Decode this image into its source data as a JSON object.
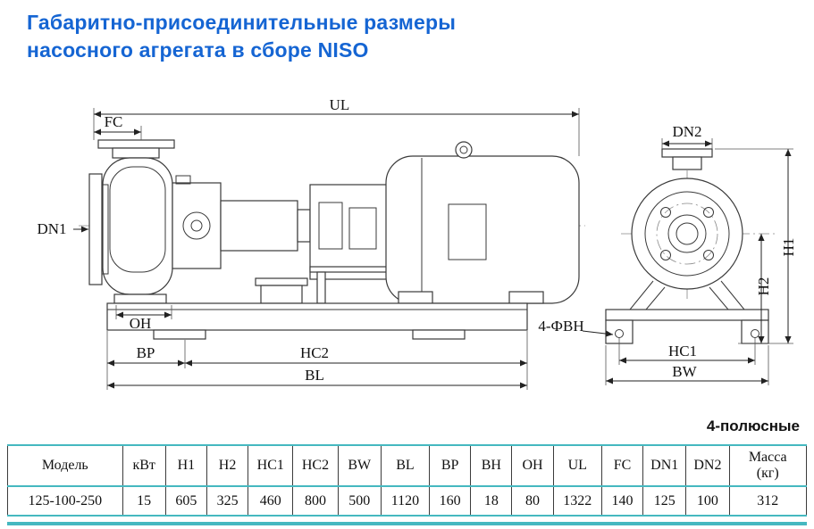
{
  "title": {
    "line1": "Габаритно-присоединительные размеры",
    "line2": "насосного агрегата в сборе NISO"
  },
  "note": "4-полюсные",
  "drawing": {
    "labels": {
      "UL": "UL",
      "FC": "FC",
      "DN1": "DN1",
      "OH": "OH",
      "BP": "BP",
      "HC2": "HC2",
      "BL": "BL",
      "DN2": "DN2",
      "H1": "H1",
      "H2": "H2",
      "BOLT": "4-ФВН",
      "HC1": "HC1",
      "BW": "BW"
    }
  },
  "table": {
    "headers": [
      "Модель",
      "кВт",
      "H1",
      "H2",
      "HC1",
      "HC2",
      "BW",
      "BL",
      "BP",
      "BH",
      "OH",
      "UL",
      "FC",
      "DN1",
      "DN2"
    ],
    "mass_header_line1": "Масса",
    "mass_header_line2": "(кг)",
    "values": [
      "125-100-250",
      "15",
      "605",
      "325",
      "460",
      "800",
      "500",
      "1120",
      "160",
      "18",
      "80",
      "1322",
      "140",
      "125",
      "100",
      "312"
    ]
  },
  "colors": {
    "title_blue": "#1565d3",
    "teal": "#45b8c0"
  }
}
